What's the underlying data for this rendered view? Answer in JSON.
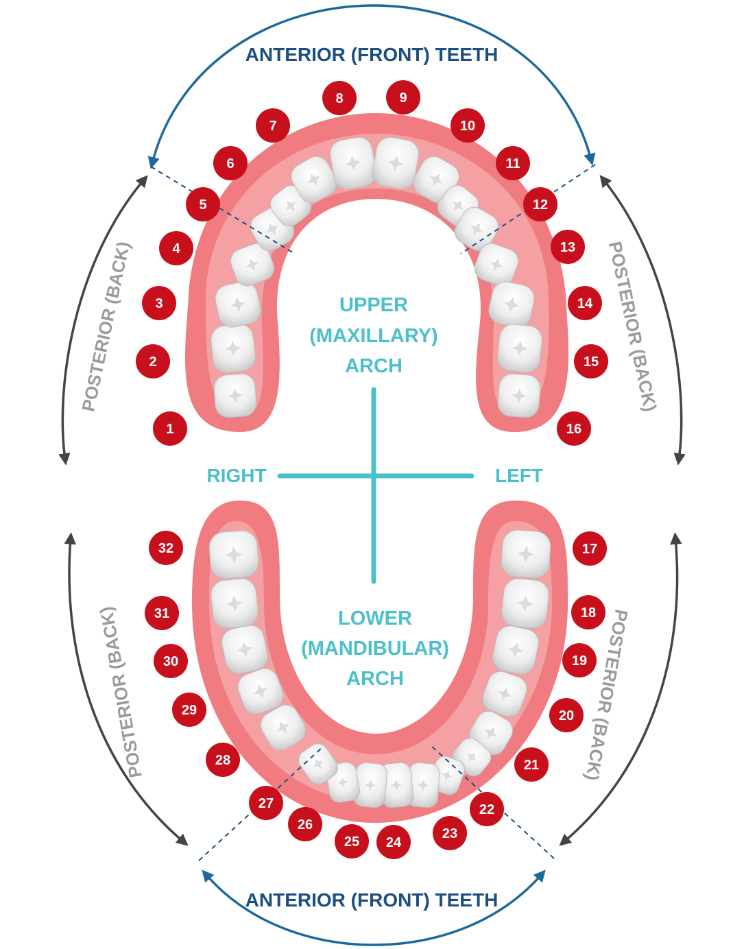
{
  "labels": {
    "anterior_top": "ANTERIOR (FRONT) TEETH",
    "anterior_bottom": "ANTERIOR (FRONT) TEETH",
    "posterior_upper_right": "POSTERIOR (BACK)",
    "posterior_upper_left": "POSTERIOR (BACK)",
    "posterior_lower_right": "POSTERIOR (BACK)",
    "posterior_lower_left": "POSTERIOR (BACK)",
    "upper_arch": [
      "UPPER",
      "(MAXILLARY)",
      "ARCH"
    ],
    "lower_arch": [
      "LOWER",
      "(MANDIBULAR)",
      "ARCH"
    ],
    "right": "RIGHT",
    "left": "LEFT"
  },
  "tooth_numbers": {
    "upper": [
      "1",
      "2",
      "3",
      "4",
      "5",
      "6",
      "7",
      "8",
      "9",
      "10",
      "11",
      "12",
      "13",
      "14",
      "15",
      "16"
    ],
    "lower": [
      "17",
      "18",
      "19",
      "20",
      "21",
      "22",
      "23",
      "24",
      "25",
      "26",
      "27",
      "28",
      "29",
      "30",
      "31",
      "32"
    ]
  },
  "colors": {
    "badge": "#c8101c",
    "gum": "#f07b80",
    "gum_inner": "#f5a0a3",
    "anterior_arrow": "#1c6a9b",
    "anterior_text": "#1c4f80",
    "posterior": "#444444",
    "posterior_text": "#9b9b9b",
    "arch_text": "#4cc0ca",
    "cross": "#4cc0ca"
  }
}
